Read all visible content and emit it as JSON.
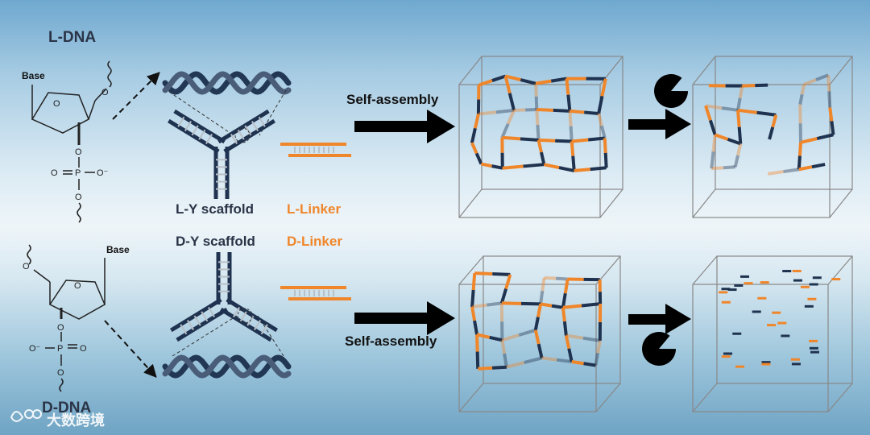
{
  "labels": {
    "l_dna": "L-DNA",
    "d_dna": "D-DNA",
    "base_top": "Base",
    "base_bottom": "Base",
    "l_y_scaffold": "L-Y scaffold",
    "d_y_scaffold": "D-Y scaffold",
    "l_linker": "L-Linker",
    "d_linker": "D-Linker",
    "self_assembly_top": "Self-assembly",
    "self_assembly_bottom": "Self-assembly"
  },
  "chem": {
    "O": "O",
    "P": "P",
    "O_minus": "O⁻",
    "eq": "="
  },
  "watermark": {
    "text": "大数跨境"
  },
  "colors": {
    "navy": "#1f3350",
    "orange": "#f0862a",
    "arrow": "#000000"
  },
  "icons": [
    "pacman-enzyme-icon",
    "watermark-logo-icon"
  ]
}
